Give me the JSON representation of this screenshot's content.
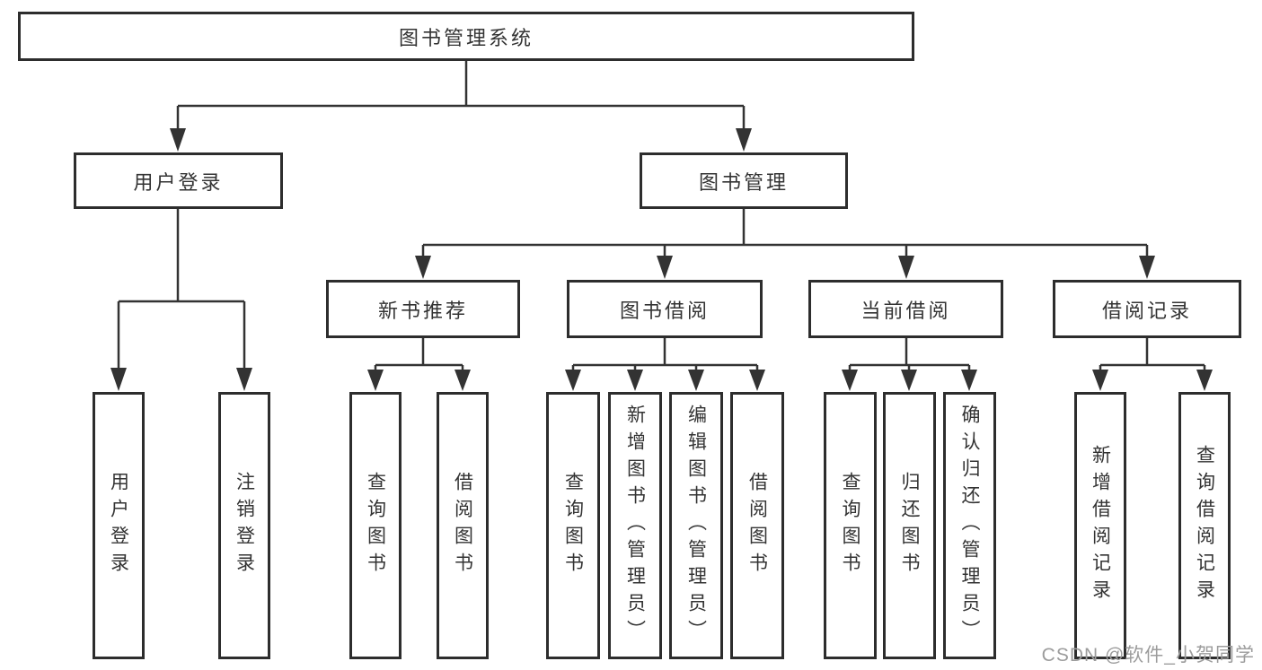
{
  "diagram_type": "hierarchy-tree",
  "colors": {
    "line": "#333333",
    "box_border": "#2d2d2d",
    "box_fill": "#ffffff",
    "text": "#333333",
    "watermark": "#9c9c9c",
    "background": "#ffffff"
  },
  "tree": {
    "root": {
      "label": "图书管理系统"
    },
    "branches": [
      {
        "label": "用户登录",
        "children": [
          {
            "label": "用户登录"
          },
          {
            "label": "注销登录"
          }
        ]
      },
      {
        "label": "图书管理",
        "sections": [
          {
            "label": "新书推荐",
            "children": [
              {
                "label": "查询图书"
              },
              {
                "label": "借阅图书"
              }
            ]
          },
          {
            "label": "图书借阅",
            "children": [
              {
                "label": "查询图书"
              },
              {
                "label": "新增图书（管理员）"
              },
              {
                "label": "编辑图书（管理员）"
              },
              {
                "label": "借阅图书"
              }
            ]
          },
          {
            "label": "当前借阅",
            "children": [
              {
                "label": "查询图书"
              },
              {
                "label": "归还图书"
              },
              {
                "label": "确认归还（管理员）"
              }
            ]
          },
          {
            "label": "借阅记录",
            "children": [
              {
                "label": "新增借阅记录"
              },
              {
                "label": "查询借阅记录"
              }
            ]
          }
        ]
      }
    ]
  },
  "watermark": {
    "text": "CSDN @软件_小贺同学"
  }
}
